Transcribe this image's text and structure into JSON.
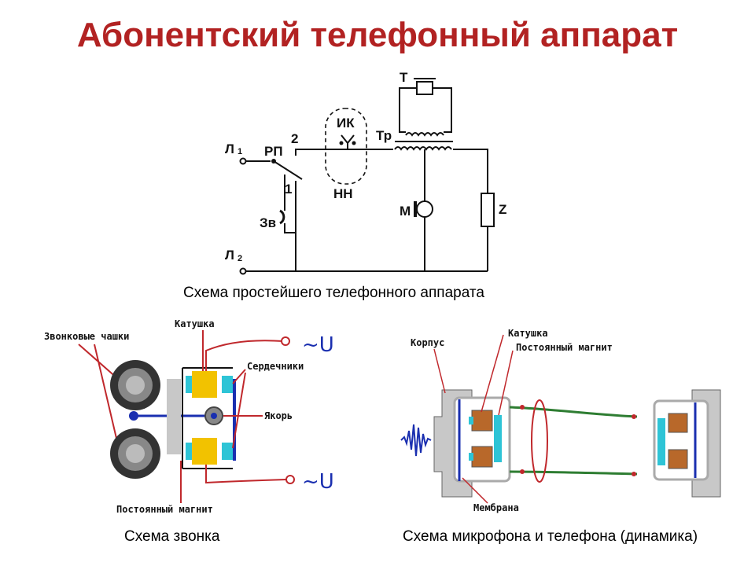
{
  "title": "Абонентский телефонный аппарат",
  "circuit": {
    "caption": "Схема простейшего телефонного аппарата",
    "labels": {
      "l1": "Л",
      "l1_sub": "1",
      "rp": "РП",
      "sw2": "2",
      "sw1": "1",
      "zv": "Зв",
      "l2": "Л",
      "l2_sub": "2",
      "ik": "ИК",
      "nn": "НН",
      "t": "Т",
      "tr": "Тр",
      "m": "М",
      "z": "Z"
    }
  },
  "bell": {
    "caption": "Схема звонка",
    "labels": {
      "cups": "Звонковые чашки",
      "coil": "Катушка",
      "cores": "Сердечники",
      "armature": "Якорь",
      "magnet": "Постоянный магнит",
      "ac_top": "~U",
      "ac_bottom": "~U"
    }
  },
  "mic": {
    "caption": "Схема микрофона и телефона (динамика)",
    "labels": {
      "body": "Корпус",
      "coil": "Катушка",
      "magnet": "Постоянный магнит",
      "membrane": "Мембрана"
    }
  },
  "colors": {
    "title": "#b22222",
    "wire_red": "#c0282c",
    "wire_green": "#2e7d32",
    "coil_yellow": "#f2c200",
    "core_cyan": "#2ec4d6",
    "blue": "#1a2fb0",
    "housing_gray": "#c8c8c8"
  }
}
